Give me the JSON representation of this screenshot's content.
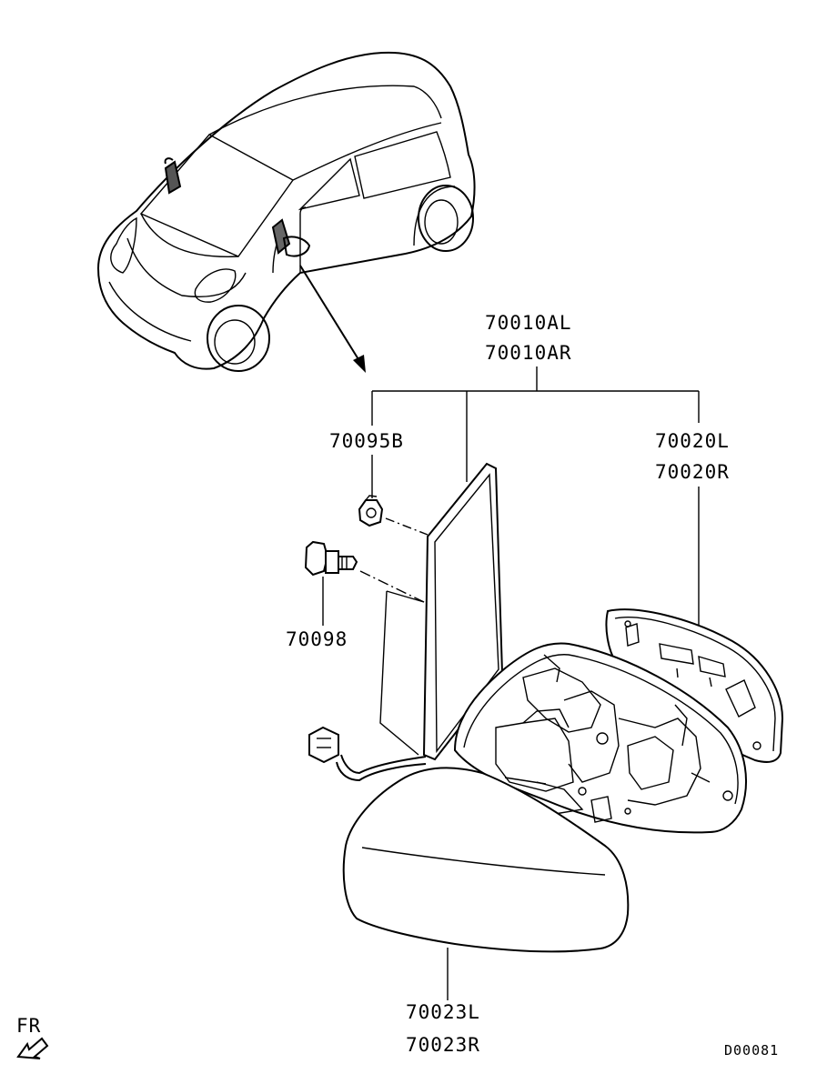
{
  "labels": {
    "assembly_l": "70010AL",
    "assembly_r": "70010AR",
    "clip": "70095B",
    "bolt": "70098",
    "glass_l": "70020L",
    "glass_r": "70020R",
    "cover_l": "70023L",
    "cover_r": "70023R",
    "direction": "FR",
    "drawing_code": "D00081"
  }
}
